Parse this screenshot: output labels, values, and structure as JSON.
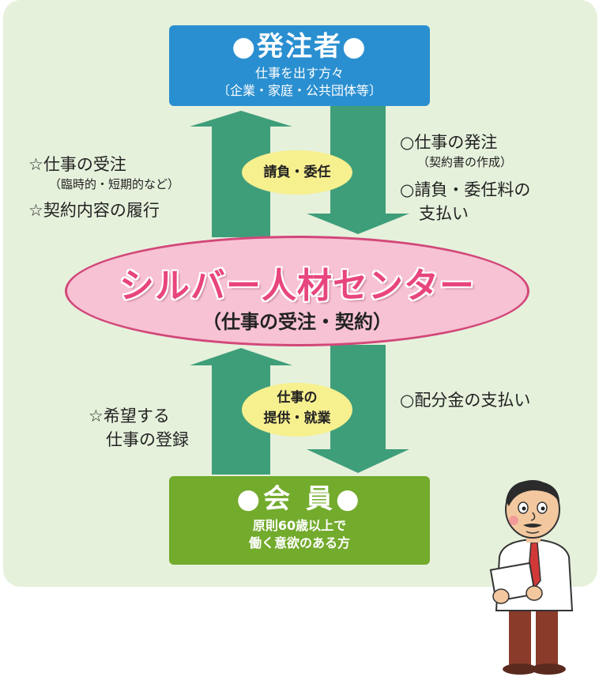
{
  "orderer": {
    "title": "●発注者●",
    "line1": "仕事を出す方々",
    "line2": "〔企業・家庭・公共団体等〕"
  },
  "center": {
    "title": "シルバー人材センター",
    "subtitle": "（仕事の受注・契約）"
  },
  "member": {
    "title": "●会 員●",
    "line1": "原則60歳以上で",
    "line2": "働く意欲のある方"
  },
  "pills": {
    "top": "請負・委任",
    "bottom_line1": "仕事の",
    "bottom_line2": "提供・就業"
  },
  "left_notes": {
    "top_item1": "☆仕事の受注",
    "top_item1_detail": "（臨時的・短期的など）",
    "top_item2": "☆契約内容の履行",
    "bottom_line1": "☆希望する",
    "bottom_line2": "仕事の登録"
  },
  "right_notes": {
    "top_item1": "○仕事の発注",
    "top_item1_detail": "（契約書の作成）",
    "top_item2_line1": "○請負・委任料の",
    "top_item2_line2": "支払い",
    "bottom_item": "○配分金の支払い"
  },
  "colors": {
    "panel_bg": "#e6f1dc",
    "orderer_box": "#2a8fd0",
    "member_box": "#73ab2d",
    "arrow": "#3f9e7a",
    "center_fill": "#f7c2d3",
    "center_border": "#d2477a",
    "center_text": "#e8457e",
    "pill": "#f7f08f"
  },
  "illustration": "man-holding-paper-illustration"
}
